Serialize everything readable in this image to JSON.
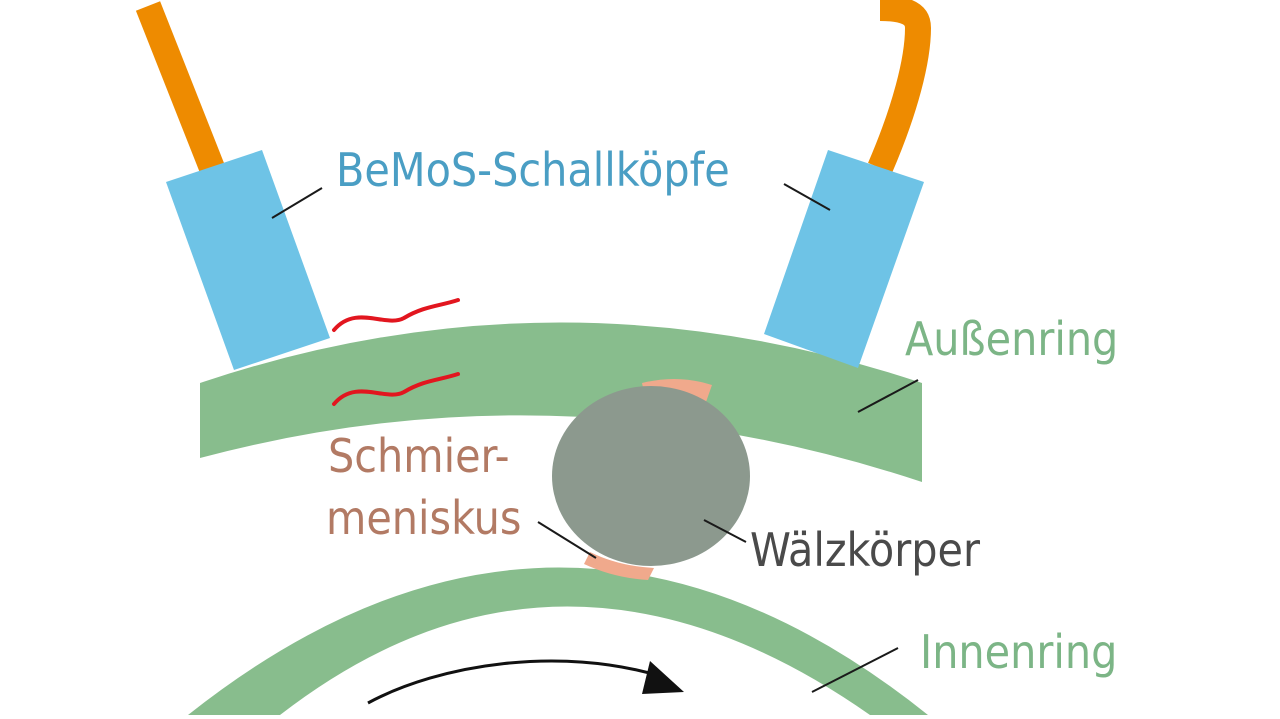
{
  "labels": {
    "transducers": "BeMoS-Schallköpfe",
    "outer_ring": "Außenring",
    "lubricant_line1": "Schmier-",
    "lubricant_line2": "meniskus",
    "rolling_element": "Wälzkörper",
    "inner_ring": "Innenring"
  },
  "colors": {
    "cable": "#ee8b00",
    "transducer": "#6ec3e6",
    "ring": "#88bd8d",
    "rolling_element": "#8c998e",
    "meniscus": "#f0a98c",
    "wave": "#e2161f",
    "leader_line": "#1a1a1a",
    "arrow": "#111111",
    "transducer_text": "#4a9ec4",
    "ring_text": "#7cb586",
    "meniscus_text": "#b27a64",
    "rolling_element_text": "#4a4a4a"
  }
}
